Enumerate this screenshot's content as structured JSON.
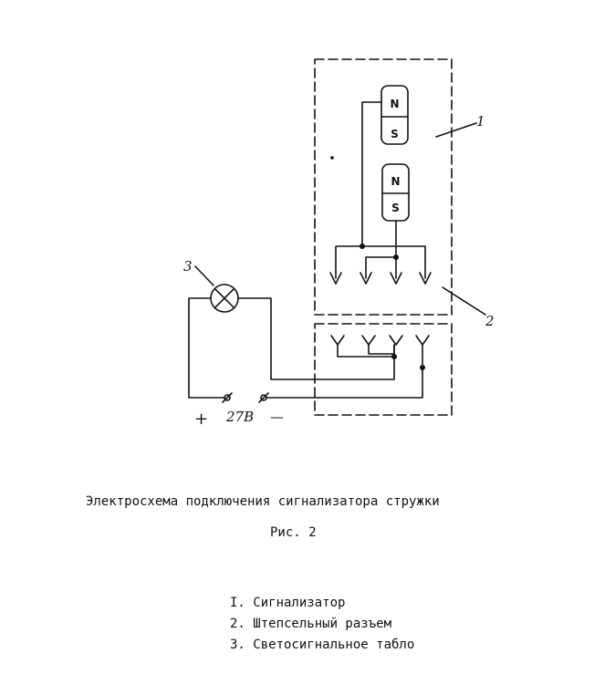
{
  "diagram": {
    "callouts": {
      "signalizer": "1",
      "connector": "2",
      "lamp": "3"
    },
    "magnet_top": {
      "pole_n": "N",
      "pole_s": "S"
    },
    "magnet_bottom": {
      "pole_n": "N",
      "pole_s": "S"
    },
    "supply": {
      "plus": "+",
      "voltage": "27В",
      "minus": "—"
    }
  },
  "caption": {
    "title": "Электросхема подключения сигнализатора стружки",
    "figure": "Рис. 2"
  },
  "legend": [
    "I. Сигнализатор",
    "2. Штепсельный разъем",
    "3. Светосигнальное табло"
  ]
}
